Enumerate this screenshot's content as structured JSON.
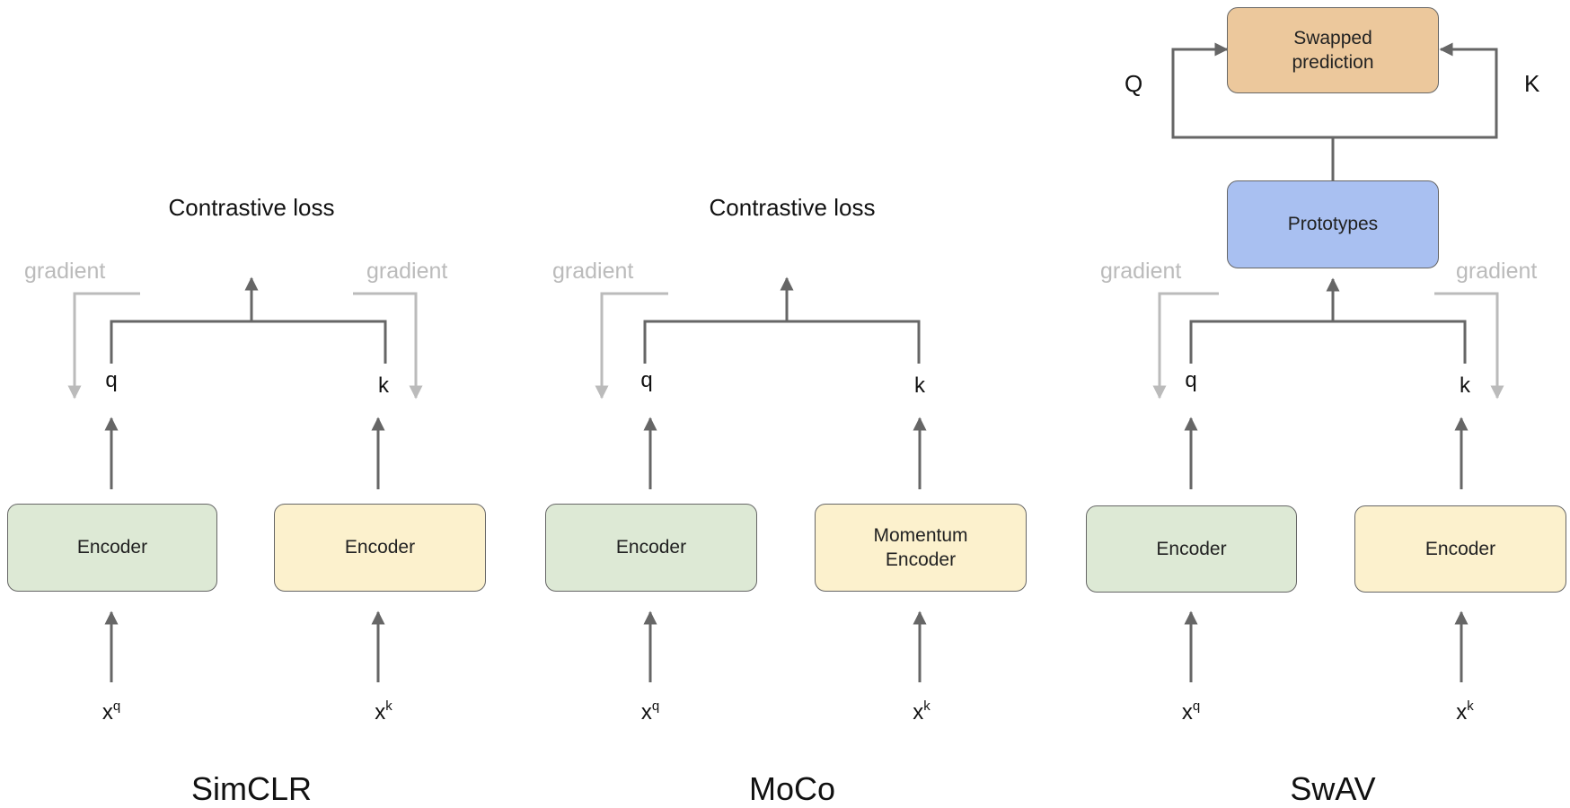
{
  "colors": {
    "encoder_green": "#dde9d5",
    "encoder_yellow": "#fcf1cd",
    "swapped_orange": "#ecc89c",
    "prototypes_blue": "#a9c0f1",
    "arrow_dark": "#666666",
    "gradient_gray": "#bbbbbb"
  },
  "panels": [
    {
      "title": "SimCLR",
      "loss_label": "Contrastive loss",
      "gradient_left": "gradient",
      "gradient_right": "gradient",
      "left_encoder": "Encoder",
      "right_encoder": "Encoder",
      "q_label": "q",
      "k_label": "k",
      "xq_base": "x",
      "xq_sup": "q",
      "xk_base": "x",
      "xk_sup": "k"
    },
    {
      "title": "MoCo",
      "loss_label": "Contrastive loss",
      "gradient_left": "gradient",
      "left_encoder": "Encoder",
      "right_encoder": "Momentum\nEncoder",
      "q_label": "q",
      "k_label": "k",
      "xq_base": "x",
      "xq_sup": "q",
      "xk_base": "x",
      "xk_sup": "k"
    },
    {
      "title": "SwAV",
      "gradient_left": "gradient",
      "gradient_right": "gradient",
      "left_encoder": "Encoder",
      "right_encoder": "Encoder",
      "prototypes": "Prototypes",
      "swapped": "Swapped\nprediction",
      "Q_label": "Q",
      "K_label": "K",
      "q_label": "q",
      "k_label": "k",
      "xq_base": "x",
      "xq_sup": "q",
      "xk_base": "x",
      "xk_sup": "k"
    }
  ]
}
